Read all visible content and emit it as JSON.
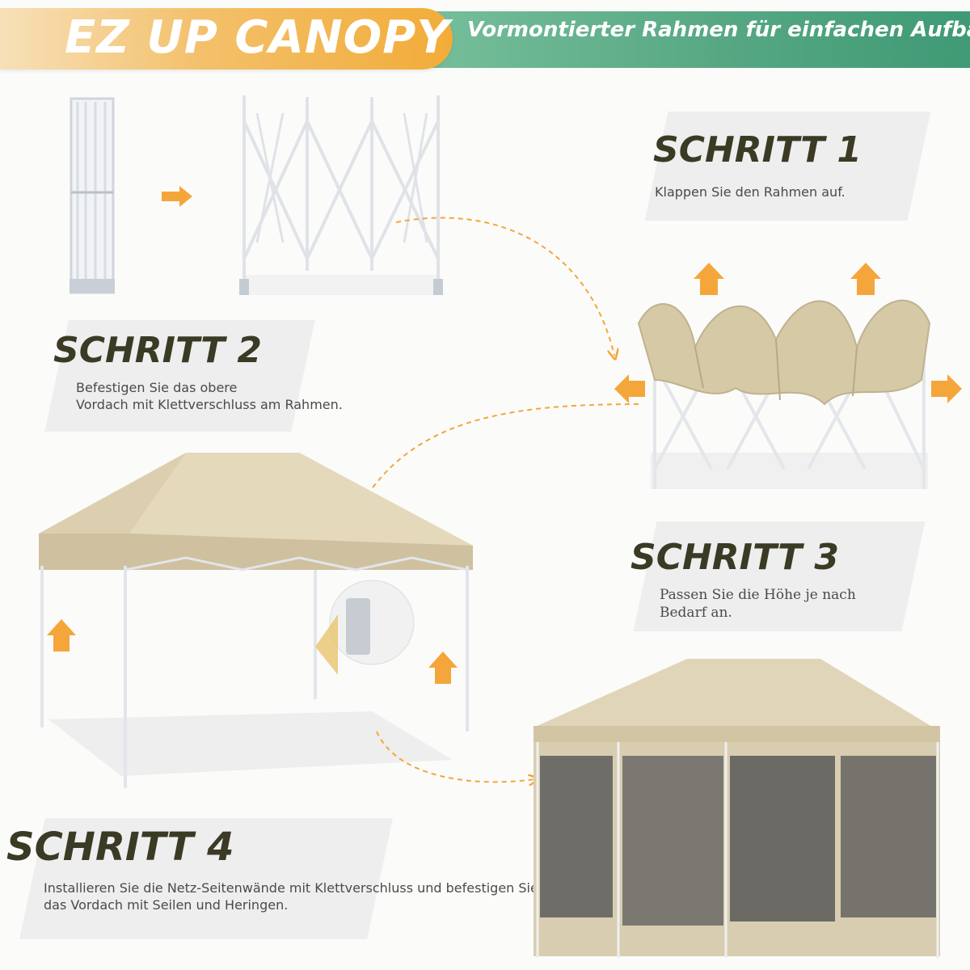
{
  "header": {
    "title": "EZ UP CANOPY",
    "subtitle": "Vormontierter Rahmen für einfachen Aufbau"
  },
  "steps": [
    {
      "title": "SCHRITT 1",
      "text_lines": [
        "Klappen Sie den Rahmen auf."
      ]
    },
    {
      "title": "SCHRITT 2",
      "text_lines": [
        "Befestigen Sie das obere",
        "Vordach mit Klettverschluss am Rahmen."
      ]
    },
    {
      "title": "SCHRITT 3",
      "text_lines": [
        "Passen Sie die Höhe je nach",
        "Bedarf an."
      ]
    },
    {
      "title": "SCHRITT 4",
      "text_lines": [
        "Installieren Sie die Netz-Seitenwände mit Klettverschluss und befestigen Sie",
        "das Vordach mit Seilen und Heringen."
      ]
    }
  ],
  "colors": {
    "accent_orange": "#f5a63a",
    "accent_green": "#4aa57f",
    "canopy_beige": "#d9ccad",
    "title_dark": "#3b3a24"
  },
  "icons": [
    "arrow-right-icon",
    "arrow-up-icon",
    "arrow-left-icon",
    "curved-dashed-arrow-icon"
  ]
}
